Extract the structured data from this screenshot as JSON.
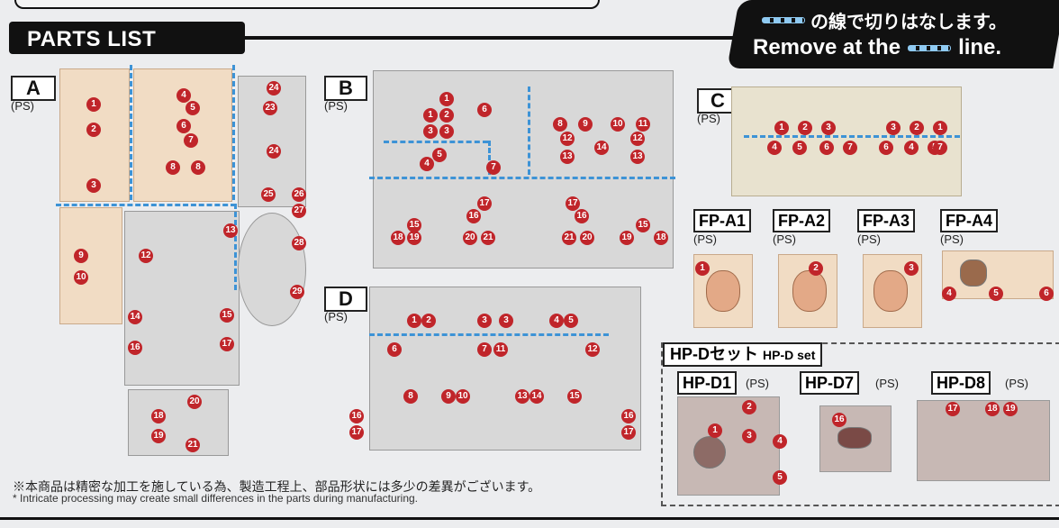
{
  "header": {
    "title": "PARTS LIST",
    "notice_jp": "の線で切りはなします。",
    "notice_en_1": "Remove at the",
    "notice_en_2": "line."
  },
  "runners": {
    "A": {
      "label": "A",
      "material": "(PS)"
    },
    "B": {
      "label": "B",
      "material": "(PS)"
    },
    "C": {
      "label": "C",
      "material": "(PS)"
    },
    "D": {
      "label": "D",
      "material": "(PS)"
    }
  },
  "fp": [
    {
      "label": "FP-A1",
      "material": "(PS)"
    },
    {
      "label": "FP-A2",
      "material": "(PS)"
    },
    {
      "label": "FP-A3",
      "material": "(PS)"
    },
    {
      "label": "FP-A4",
      "material": "(PS)"
    }
  ],
  "hp": {
    "set_title_jp": "HP-Dセット",
    "set_title_en": "HP-D set",
    "d1": {
      "label": "HP-D1",
      "material": "(PS)"
    },
    "d7": {
      "label": "HP-D7",
      "material": "(PS)"
    },
    "d8": {
      "label": "HP-D8",
      "material": "(PS)"
    }
  },
  "footer": {
    "note_jp": "※本商品は精密な加工を施している為、製造工程上、部品形状には多少の差異がございます。",
    "note_en": "* Intricate processing may create small differences in the parts during manufacturing."
  },
  "colors": {
    "accent_red": "#c0252a",
    "cut_line_blue": "#3d93d6",
    "banner": "#111111"
  }
}
